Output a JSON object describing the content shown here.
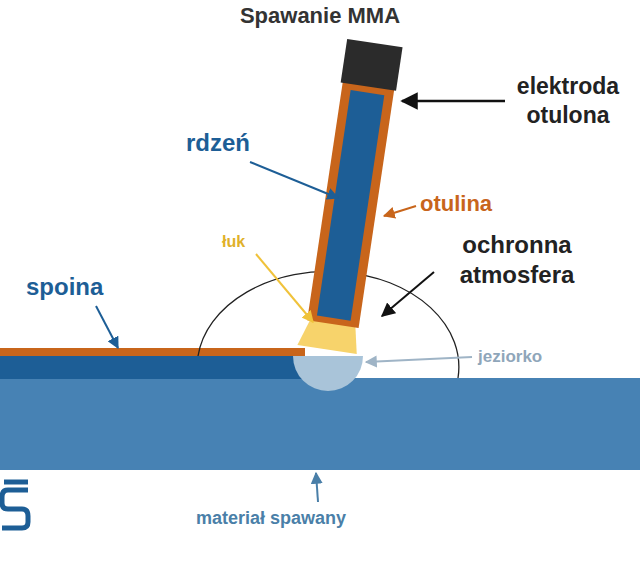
{
  "diagram": {
    "title": "Spawanie MMA",
    "labels": [
      "elektroda otulona",
      "rdzeń",
      "otulina",
      "łuk",
      "ochronna atmosfera",
      "spoina",
      "jeziorko",
      "materiał spawany"
    ]
  }
}
